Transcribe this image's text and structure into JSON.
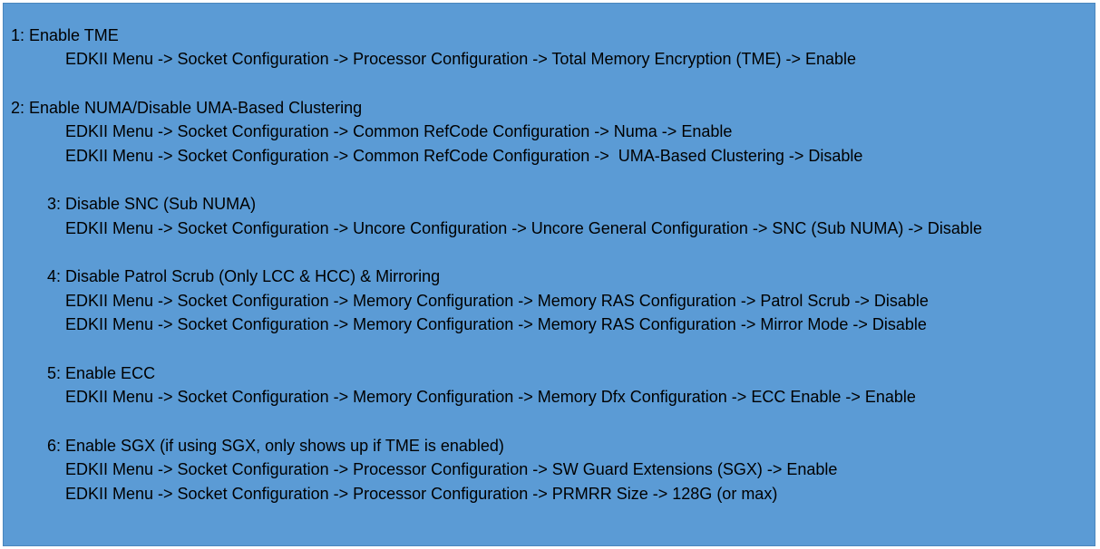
{
  "sections": [
    {
      "heading": "1: Enable TME",
      "paths": [
        "EDKII Menu -> Socket Configuration -> Processor Configuration -> Total Memory Encryption (TME) -> Enable"
      ]
    },
    {
      "heading": "2: Enable NUMA/Disable UMA-Based Clustering",
      "paths": [
        "EDKII Menu -> Socket Configuration -> Common RefCode Configuration -> Numa -> Enable",
        "EDKII Menu -> Socket Configuration -> Common RefCode Configuration ->  UMA-Based Clustering -> Disable"
      ]
    },
    {
      "heading": "3: Disable SNC (Sub NUMA)",
      "paths": [
        "EDKII Menu -> Socket Configuration -> Uncore Configuration -> Uncore General Configuration -> SNC (Sub NUMA) -> Disable"
      ]
    },
    {
      "heading": "4: Disable Patrol Scrub (Only LCC & HCC) & Mirroring",
      "paths": [
        "EDKII Menu -> Socket Configuration -> Memory Configuration -> Memory RAS Configuration -> Patrol Scrub -> Disable",
        "EDKII Menu -> Socket Configuration -> Memory Configuration -> Memory RAS Configuration -> Mirror Mode -> Disable"
      ]
    },
    {
      "heading": "5: Enable ECC",
      "paths": [
        "EDKII Menu -> Socket Configuration -> Memory Configuration -> Memory Dfx Configuration -> ECC Enable -> Enable"
      ]
    },
    {
      "heading": "6: Enable SGX (if using SGX, only shows up if TME is enabled)",
      "paths": [
        "EDKII Menu -> Socket Configuration -> Processor Configuration -> SW Guard Extensions (SGX) -> Enable",
        "EDKII Menu -> Socket Configuration -> Processor Configuration -> PRMRR Size -> 128G (or max)"
      ]
    }
  ],
  "colors": {
    "background": "#5b9bd5",
    "text": "#000000"
  }
}
